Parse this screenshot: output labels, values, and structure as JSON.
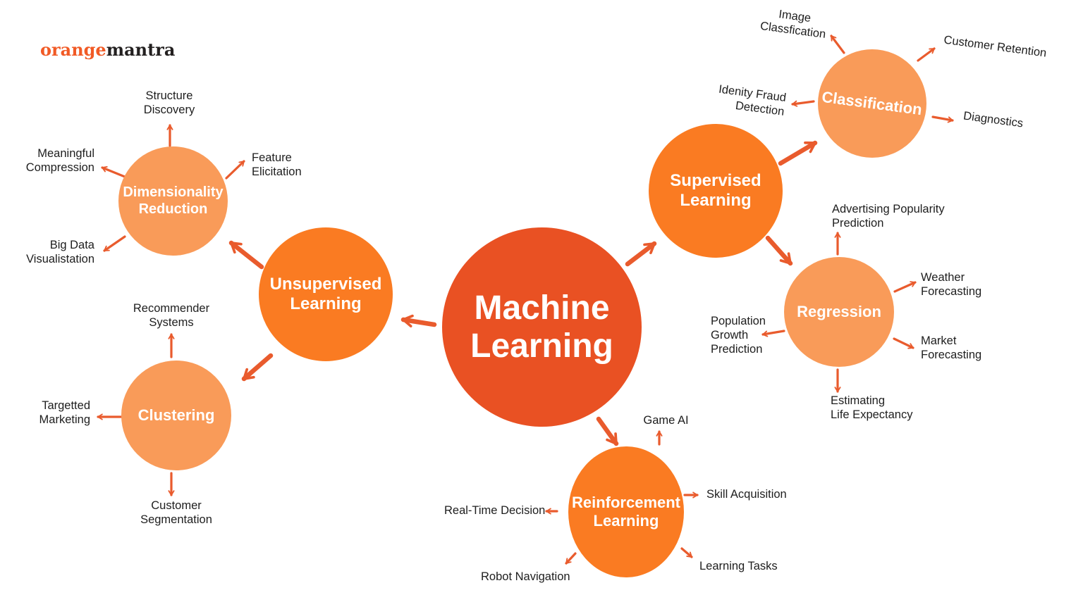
{
  "title": "Machine Learning types mind map",
  "logo": {
    "part1": "orange",
    "part2": "mantra"
  },
  "colors": {
    "center_circle": "#E95123",
    "branch_circle": "#FA7B22",
    "sub_circle": "#F99B59",
    "arrow": "#E95B2D",
    "label_text": "#1E1E1E",
    "logo_orange": "#F15A25",
    "logo_dark": "#232020",
    "circle_text": "#FFFFFF",
    "background": "#FFFFFF"
  },
  "nodes": {
    "center": "Machine\nLearning",
    "supervised": "Supervised\nLearning",
    "unsupervised": "Unsupervised\nLearning",
    "reinforcement": "Reinforcement\nLearning",
    "classification": "Classification",
    "regression": "Regression",
    "dimensionality": "Dimensionality\nReduction",
    "clustering": "Clustering"
  },
  "leaves": {
    "structure_discovery": "Structure\nDiscovery",
    "feature_elicitation": "Feature\nElicitation",
    "meaningful_compression": "Meaningful\nCompression",
    "big_data_visualistation": "Big Data\nVisualistation",
    "recommender_systems": "Recommender\nSystems",
    "targetted_marketing": "Targetted\nMarketing",
    "customer_segmentation": "Customer\nSegmentation",
    "image_classfication": "Image\nClassfication",
    "customer_retention": "Customer Retention",
    "idenity_fraud_detection": "Idenity Fraud\nDetection",
    "diagnostics": "Diagnostics",
    "advertising_popularity_prediction": "Advertising Popularity\nPrediction",
    "weather_forecasting": "Weather\nForecasting",
    "market_forecasting": "Market\nForecasting",
    "estimating_life_expectancy": "Estimating\nLife Expectancy",
    "population_growth_prediction": "Population\nGrowth\nPrediction",
    "game_ai": "Game AI",
    "skill_acquisition": "Skill Acquisition",
    "learning_tasks": "Learning Tasks",
    "robot_navigation": "Robot Navigation",
    "real_time_decision": "Real-Time Decision"
  },
  "edges": [
    [
      "Machine Learning",
      "Supervised Learning"
    ],
    [
      "Machine Learning",
      "Unsupervised Learning"
    ],
    [
      "Machine Learning",
      "Reinforcement Learning"
    ],
    [
      "Supervised Learning",
      "Classification"
    ],
    [
      "Supervised Learning",
      "Regression"
    ],
    [
      "Unsupervised Learning",
      "Dimensionality Reduction"
    ],
    [
      "Unsupervised Learning",
      "Clustering"
    ],
    [
      "Classification",
      "Image Classfication"
    ],
    [
      "Classification",
      "Customer Retention"
    ],
    [
      "Classification",
      "Idenity Fraud Detection"
    ],
    [
      "Classification",
      "Diagnostics"
    ],
    [
      "Regression",
      "Advertising Popularity Prediction"
    ],
    [
      "Regression",
      "Weather Forecasting"
    ],
    [
      "Regression",
      "Market Forecasting"
    ],
    [
      "Regression",
      "Estimating Life Expectancy"
    ],
    [
      "Regression",
      "Population Growth Prediction"
    ],
    [
      "Dimensionality Reduction",
      "Structure Discovery"
    ],
    [
      "Dimensionality Reduction",
      "Feature Elicitation"
    ],
    [
      "Dimensionality Reduction",
      "Meaningful Compression"
    ],
    [
      "Dimensionality Reduction",
      "Big Data Visualistation"
    ],
    [
      "Clustering",
      "Recommender Systems"
    ],
    [
      "Clustering",
      "Targetted Marketing"
    ],
    [
      "Clustering",
      "Customer Segmentation"
    ],
    [
      "Reinforcement Learning",
      "Game AI"
    ],
    [
      "Reinforcement Learning",
      "Skill Acquisition"
    ],
    [
      "Reinforcement Learning",
      "Learning Tasks"
    ],
    [
      "Reinforcement Learning",
      "Robot Navigation"
    ],
    [
      "Reinforcement Learning",
      "Real-Time Decision"
    ]
  ]
}
